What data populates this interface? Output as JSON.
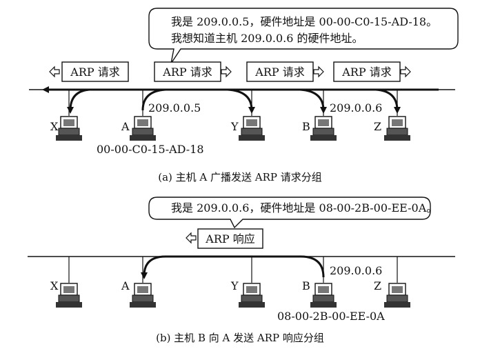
{
  "panel_a": {
    "callout_line1": "我是 209.0.0.5，硬件地址是 00-00-C0-15-AD-18。",
    "callout_line2": "我想知道主机 209.0.0.6 的硬件地址。",
    "request_label": "ARP 请求",
    "ip_a": "209.0.0.5",
    "ip_b": "209.0.0.6",
    "mac_a": "00-00-C0-15-AD-18",
    "caption": "(a) 主机 A 广播发送 ARP 请求分组"
  },
  "panel_b": {
    "callout_line1": "我是 209.0.0.6，硬件地址是 08-00-2B-00-EE-0A。",
    "response_label": "ARP 响应",
    "ip_b": "209.0.0.6",
    "mac_b": "08-00-2B-00-EE-0A",
    "caption": "(b) 主机 B 向 A 发送 ARP 响应分组"
  },
  "hosts": {
    "x": "X",
    "a": "A",
    "y": "Y",
    "b": "B",
    "z": "Z"
  }
}
